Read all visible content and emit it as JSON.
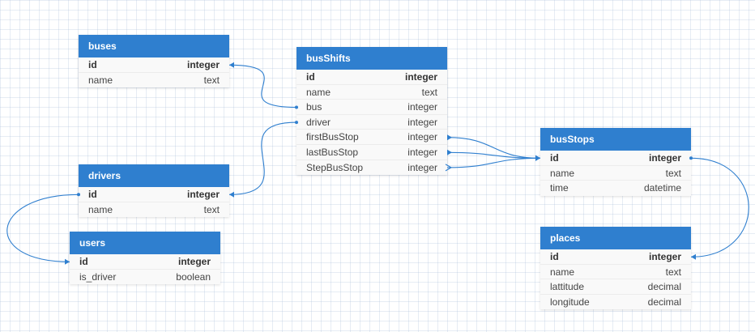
{
  "colors": {
    "header": "#2f7fcf",
    "link": "#2f7fcf",
    "table_body": "#f9f9f9"
  },
  "tables": [
    {
      "key": "buses",
      "title": "buses",
      "fields": [
        {
          "name": "id",
          "type": "integer",
          "pk": true
        },
        {
          "name": "name",
          "type": "text"
        }
      ]
    },
    {
      "key": "busShifts",
      "title": "busShifts",
      "fields": [
        {
          "name": "id",
          "type": "integer",
          "pk": true
        },
        {
          "name": "name",
          "type": "text"
        },
        {
          "name": "bus",
          "type": "integer"
        },
        {
          "name": "driver",
          "type": "integer"
        },
        {
          "name": "firstBusStop",
          "type": "integer"
        },
        {
          "name": "lastBusStop",
          "type": "integer"
        },
        {
          "name": "StepBusStop",
          "type": "integer"
        }
      ]
    },
    {
      "key": "busStops",
      "title": "busStops",
      "fields": [
        {
          "name": "id",
          "type": "integer",
          "pk": true
        },
        {
          "name": "name",
          "type": "text"
        },
        {
          "name": "time",
          "type": "datetime"
        }
      ]
    },
    {
      "key": "drivers",
      "title": "drivers",
      "fields": [
        {
          "name": "id",
          "type": "integer",
          "pk": true
        },
        {
          "name": "name",
          "type": "text"
        }
      ]
    },
    {
      "key": "users",
      "title": "users",
      "fields": [
        {
          "name": "id",
          "type": "integer",
          "pk": true
        },
        {
          "name": "is_driver",
          "type": "boolean"
        }
      ]
    },
    {
      "key": "places",
      "title": "places",
      "fields": [
        {
          "name": "id",
          "type": "integer",
          "pk": true
        },
        {
          "name": "name",
          "type": "text"
        },
        {
          "name": "lattitude",
          "type": "decimal"
        },
        {
          "name": "longitude",
          "type": "decimal"
        }
      ]
    }
  ],
  "relations": [
    {
      "from": "busShifts.bus",
      "to": "buses.id"
    },
    {
      "from": "busShifts.driver",
      "to": "drivers.id"
    },
    {
      "from": "busShifts.firstBusStop",
      "to": "busStops.id"
    },
    {
      "from": "busShifts.lastBusStop",
      "to": "busStops.id"
    },
    {
      "from": "busShifts.StepBusStop",
      "to": "busStops.id"
    },
    {
      "from": "busStops.id",
      "to": "places.id"
    },
    {
      "from": "drivers.id",
      "to": "users.id"
    }
  ]
}
